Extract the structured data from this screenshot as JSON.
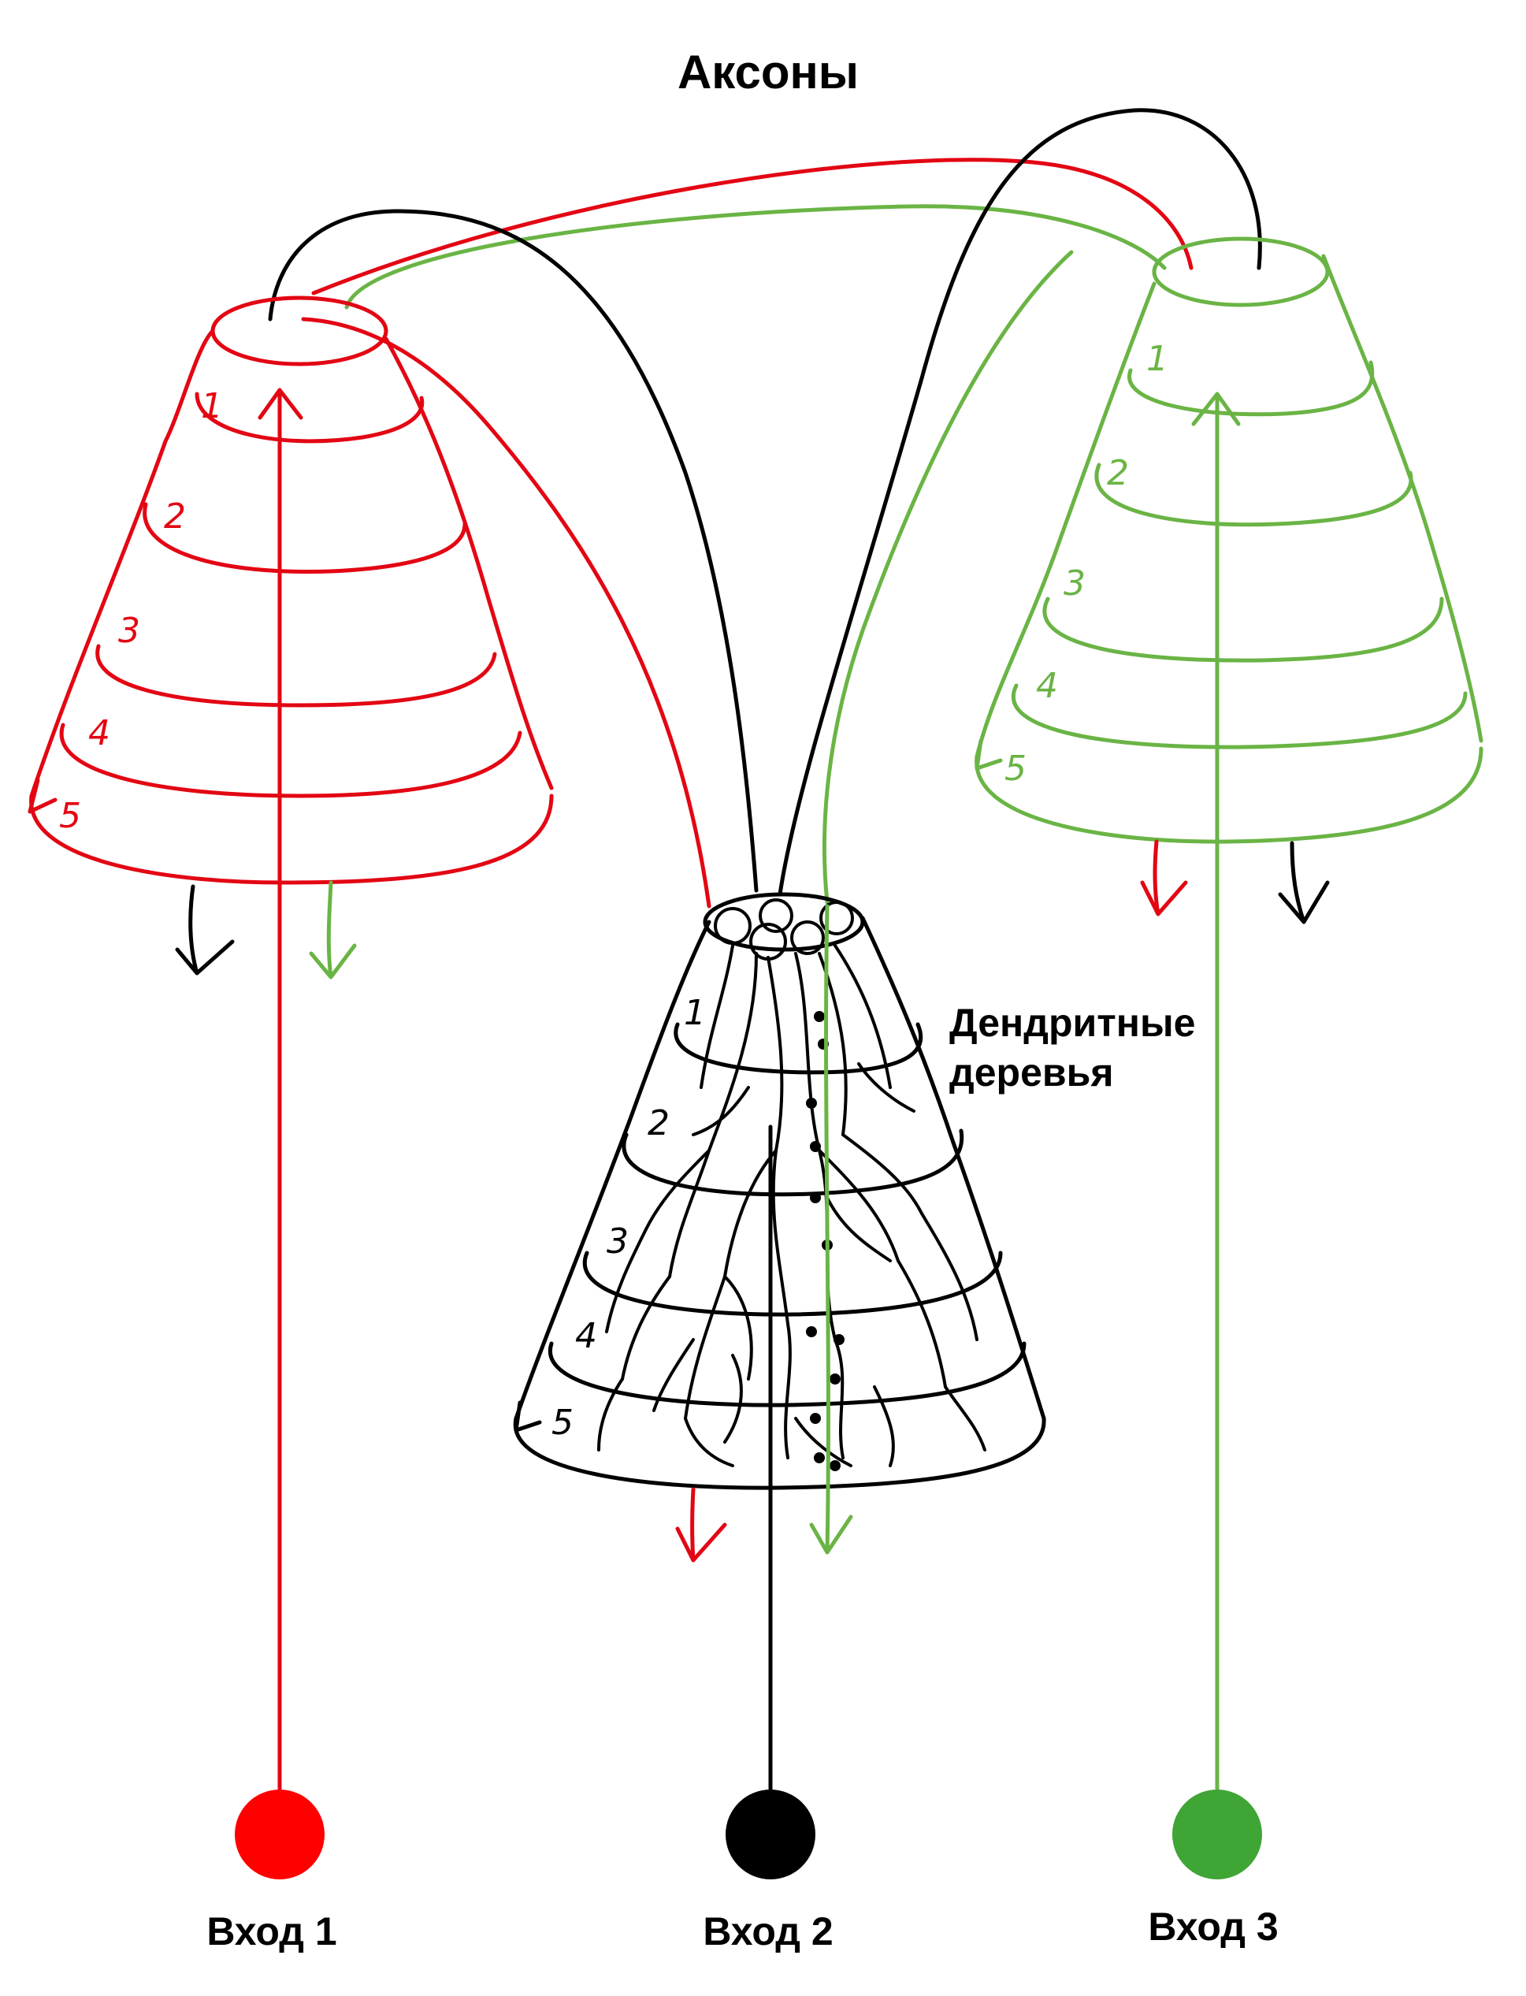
{
  "title": "Аксоны",
  "dendrite_label": {
    "line1": "Дендритные",
    "line2": "деревья"
  },
  "colors": {
    "red": "#e30613",
    "black": "#000000",
    "green": "#6ab445",
    "green_dot": "#3fa535"
  },
  "layers": [
    "1",
    "2",
    "3",
    "4",
    "5"
  ],
  "inputs": [
    {
      "label": "Вход 1",
      "color": "red"
    },
    {
      "label": "Вход 2",
      "color": "black"
    },
    {
      "label": "Вход 3",
      "color": "green"
    }
  ]
}
